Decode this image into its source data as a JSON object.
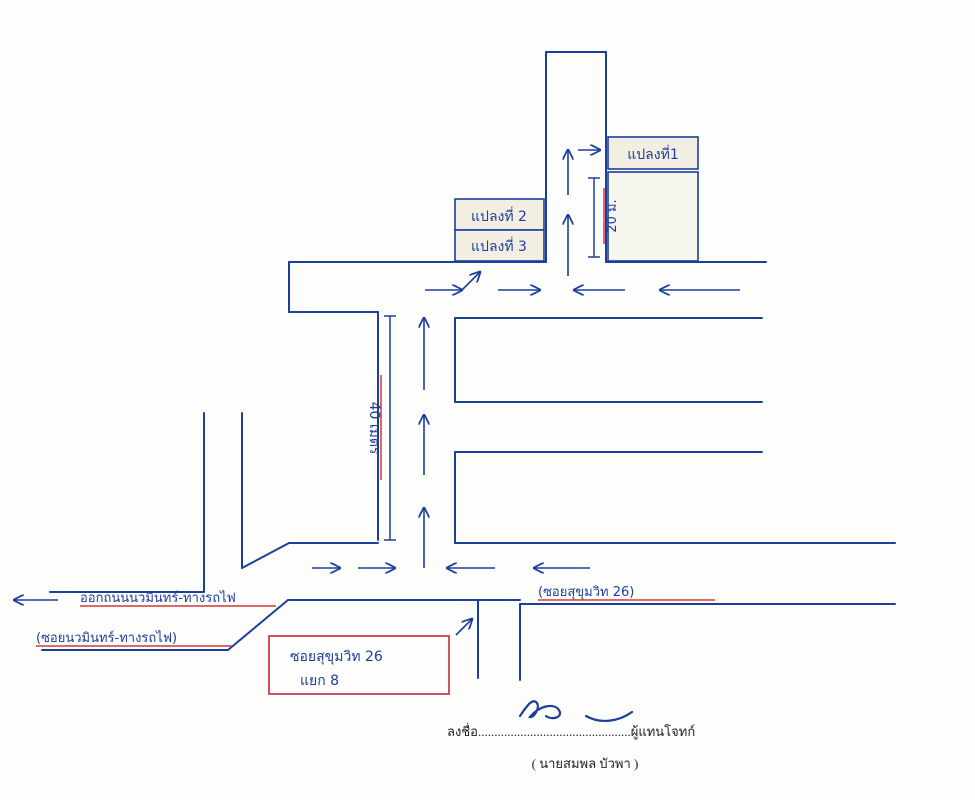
{
  "labels": {
    "plot2": "แปลงที่ 2",
    "plot3": "แปลงที่ 3",
    "plot1": "แปลงที่1",
    "dist_20m": "20 ม.",
    "dist_40m": "40 เมตร",
    "main_road_exit": "ออกถนนนวมินทร์-ทางรถไฟ",
    "soi_left": "(ซอยนวมินทร์-ทางรถไฟ)",
    "soi_right": "(ซอยสุขุมวิท 26)",
    "box_line1": "ซอยสุขุมวิท 26",
    "box_line2": "แยก 8"
  },
  "signature": {
    "sign_label": "ลงชื่อ",
    "dots": "...............................................",
    "role": "ผู้แทนโจทก์",
    "name": "( นายสมพล บัวพา )"
  },
  "colors": {
    "ink": "#1d3f9c",
    "underline": "#d23a3a",
    "box": "#c9404a",
    "plot_fill": "#f2efe2",
    "print": "#222222"
  }
}
